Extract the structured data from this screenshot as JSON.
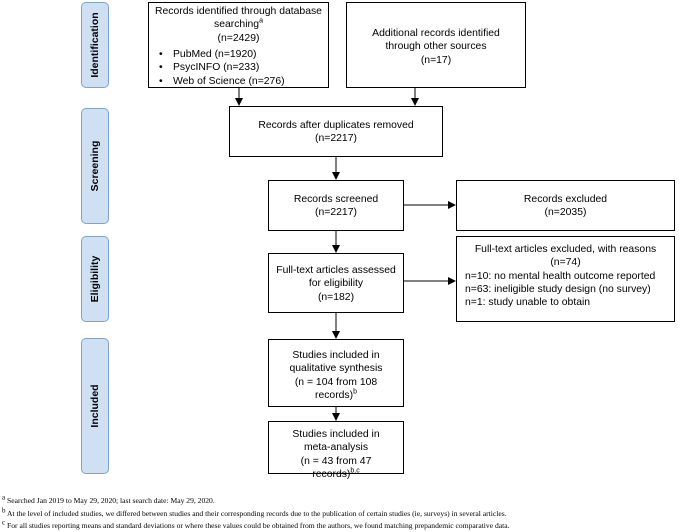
{
  "stages": {
    "identification": "Identification",
    "screening": "Screening",
    "eligibility": "Eligibility",
    "included": "Included"
  },
  "boxes": {
    "db_search": {
      "title": "Records identified through database searching",
      "title_sup": "a",
      "count": "(n=2429)",
      "sources": [
        "PubMed (n=1920)",
        "PsycINFO (n=233)",
        "Web of Science (n=276)"
      ]
    },
    "other_sources": {
      "text": "Additional records identified through other sources",
      "count": "(n=17)"
    },
    "after_duplicates": {
      "text": "Records after duplicates removed",
      "count": "(n=2217)"
    },
    "screened": {
      "text": "Records screened",
      "count": "(n=2217)"
    },
    "excluded": {
      "text": "Records excluded",
      "count": "(n=2035)"
    },
    "fulltext_assessed": {
      "text": "Full-text articles assessed for eligibility",
      "count": "(n=182)"
    },
    "fulltext_excluded": {
      "title": "Full-text articles excluded, with reasons",
      "count": "(n=74)",
      "reasons": [
        "n=10: no mental health outcome reported",
        "n=63: ineligible study design (no survey)",
        "n=1: study unable to obtain"
      ]
    },
    "qualitative": {
      "text": "Studies included in qualitative synthesis",
      "count": "(n = 104 from 108 records)",
      "sup": "b"
    },
    "meta": {
      "text": "Studies included in meta-analysis",
      "count": "(n = 43 from 47 records)",
      "sup": "b,c"
    }
  },
  "footnotes": [
    {
      "mark": "a",
      "text": "Searched Jan 2019 to May 29, 2020; last search date: May 29, 2020."
    },
    {
      "mark": "b",
      "text": "At the level of included studies, we differed between studies and their corresponding records due to the publication of certain studies (ie, surveys) in several articles."
    },
    {
      "mark": "c",
      "text": "For all studies reporting means and standard deviations or where these values could be obtained from the authors, we found matching prepandemic comparative data."
    }
  ]
}
